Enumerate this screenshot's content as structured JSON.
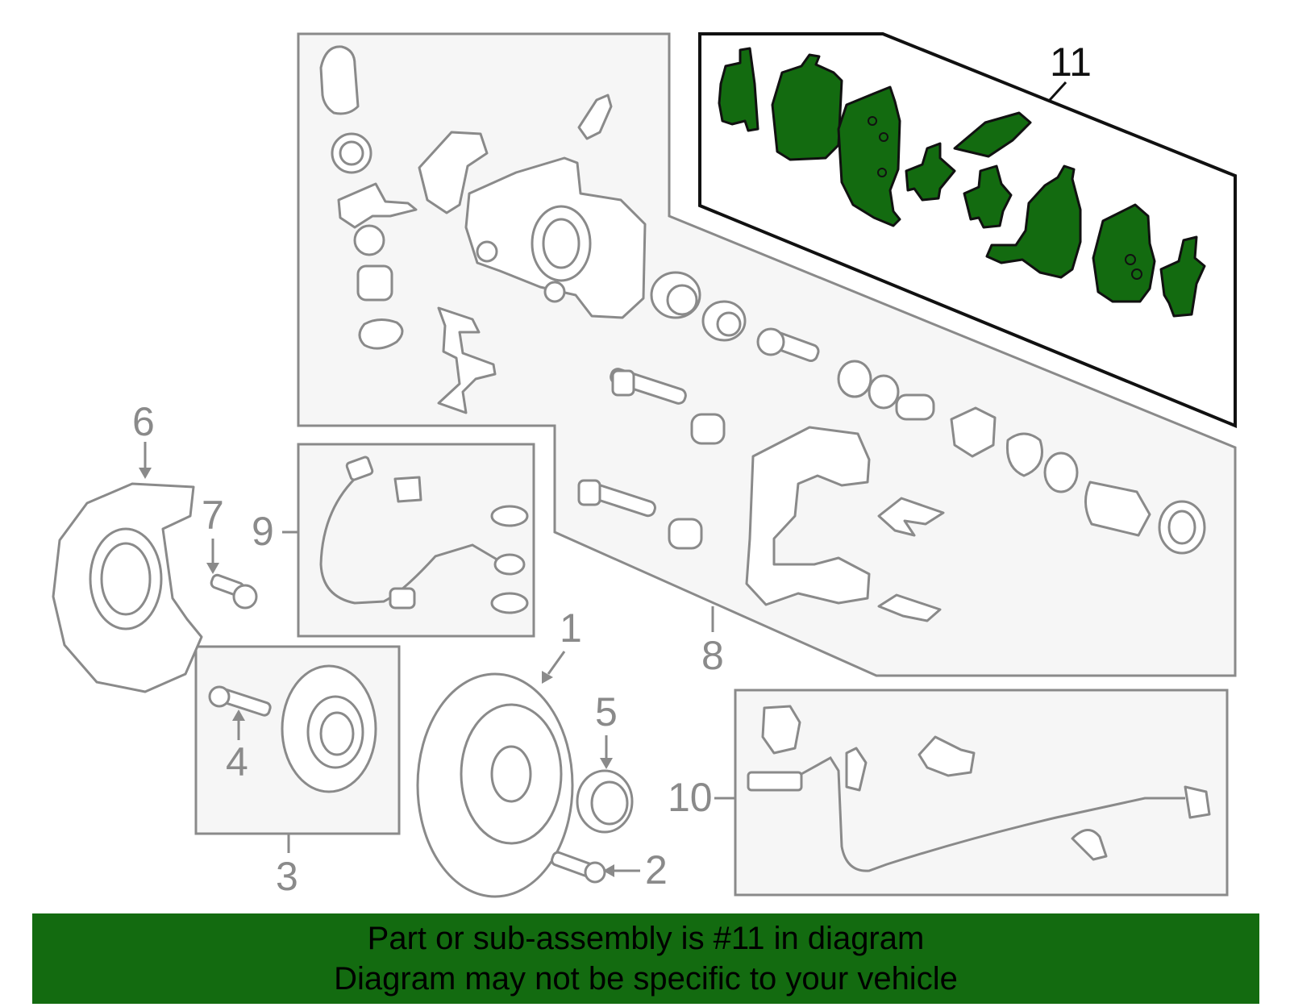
{
  "callouts": {
    "c1": "1",
    "c2": "2",
    "c3": "3",
    "c4": "4",
    "c5": "5",
    "c6": "6",
    "c7": "7",
    "c8": "8",
    "c9": "9",
    "c10": "10",
    "c11": "11"
  },
  "highlighted_part": "11",
  "colors": {
    "highlight": "#136b10",
    "line": "#8a8a8a",
    "banner_bg": "#136b10"
  },
  "banner": {
    "line1": "Part or sub-assembly is #11 in diagram",
    "line2": "Diagram may not be specific to your vehicle"
  }
}
